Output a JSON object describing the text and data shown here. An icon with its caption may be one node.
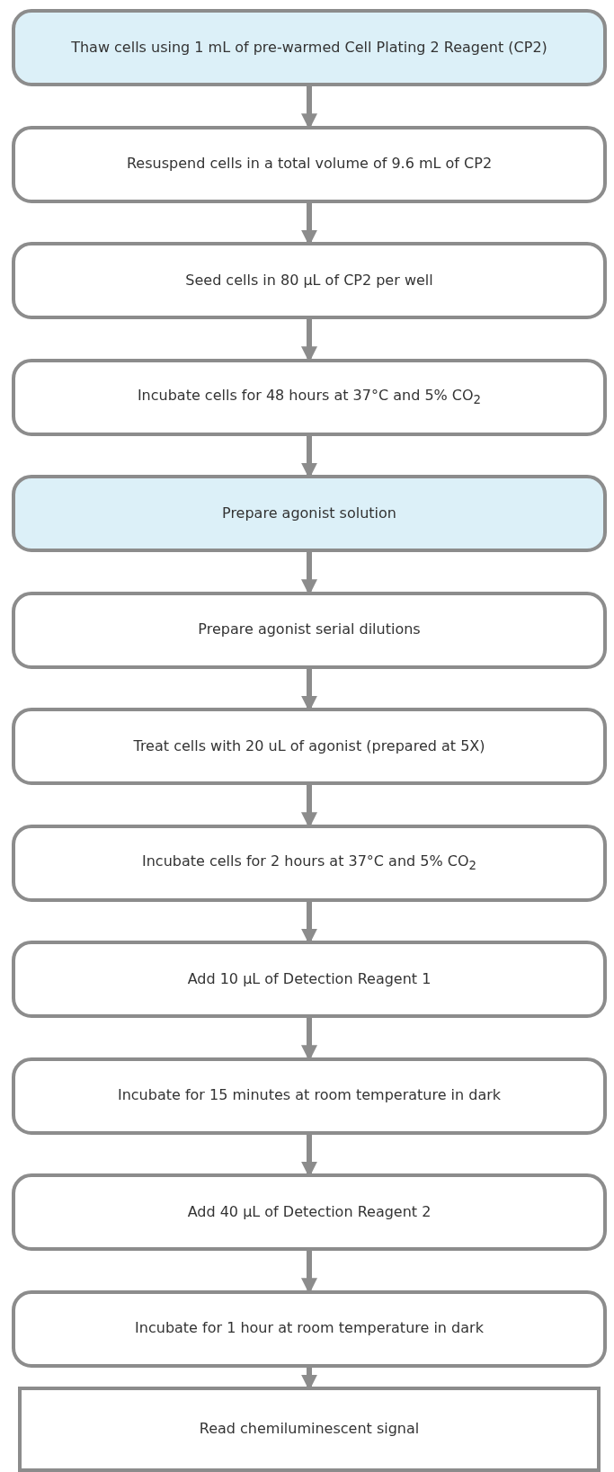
{
  "diagram": {
    "nodes": [
      {
        "text": [
          "Thaw cells using 1 mL of pre-warmed Cell Plating 2 Reagent (CP2)"
        ]
      },
      {
        "text": [
          "Resuspend cells in a total volume of 9.6 mL of CP2"
        ]
      },
      {
        "text": [
          "Seed cells in 80 µL of CP2 per well"
        ]
      },
      {
        "text": [
          "Incubate cells for 48 hours at 37°C and 5% CO$_{2}$"
        ]
      },
      {
        "text": [
          "Prepare agonist solution"
        ]
      },
      {
        "text": [
          "Prepare agonist serial dilutions"
        ]
      },
      {
        "text": [
          "Treat cells with 20 uL of agonist (prepared at 5X)"
        ]
      },
      {
        "text": [
          "Incubate cells for 2 hours at 37°C and 5% CO$_{2}$"
        ]
      },
      {
        "text": [
          "Add 10 µL of Detection Reagent 1"
        ]
      },
      {
        "text": [
          "Incubate for 15 minutes at room temperature in dark"
        ]
      },
      {
        "text": [
          "Add 40 µL of Detection Reagent 2"
        ]
      },
      {
        "text": [
          "Incubate for 1 hour at room temperature in dark"
        ]
      },
      {
        "text": [
          "Read chemiluminescent signal"
        ]
      }
    ],
    "edges": [
      {
        "from": 0,
        "to": 1,
        "arrow": "to"
      },
      {
        "from": 1,
        "to": 2,
        "arrow": "to"
      },
      {
        "from": 2,
        "to": 3,
        "arrow": "to"
      },
      {
        "from": 3,
        "to": 4,
        "arrow": "to"
      },
      {
        "from": 4,
        "to": 5,
        "arrow": "to"
      },
      {
        "from": 5,
        "to": 6,
        "arrow": "to"
      },
      {
        "from": 6,
        "to": 7,
        "arrow": "to"
      },
      {
        "from": 7,
        "to": 8,
        "arrow": "to"
      },
      {
        "from": 8,
        "to": 9,
        "arrow": "to"
      },
      {
        "from": 9,
        "to": 10,
        "arrow": "to"
      },
      {
        "from": 10,
        "to": 11,
        "arrow": "to"
      },
      {
        "from": 11,
        "to": 12,
        "arrow": "to"
      }
    ]
  }
}
